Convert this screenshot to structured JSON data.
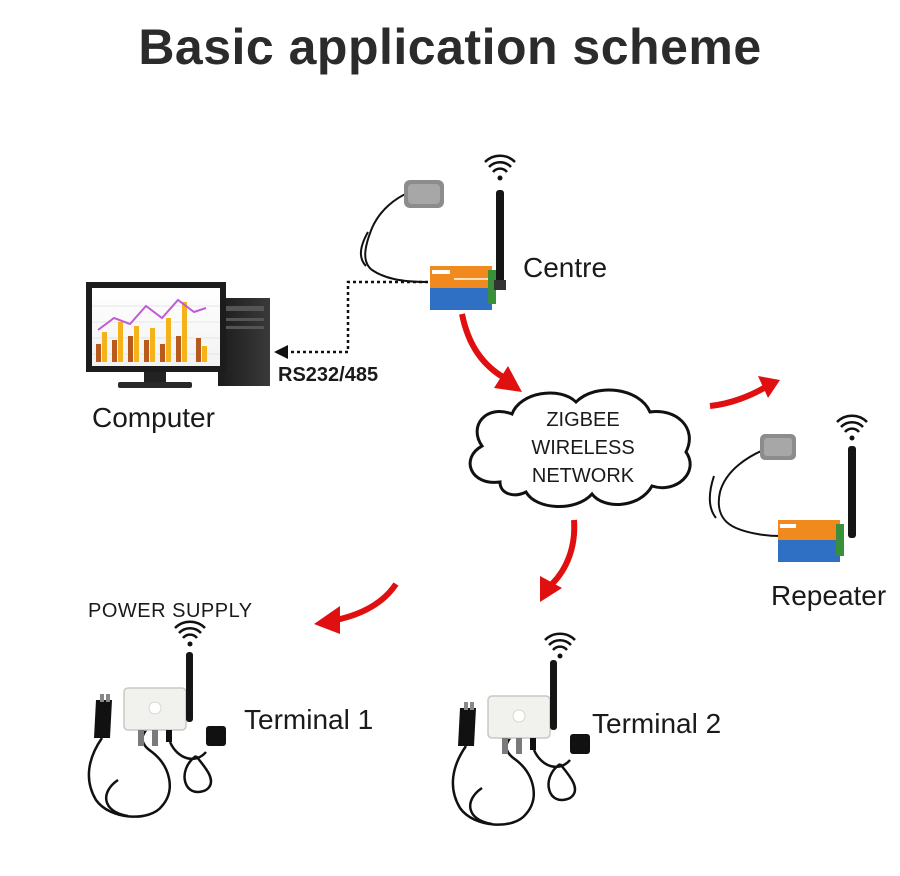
{
  "title": "Basic application scheme",
  "nodes": {
    "computer": "Computer",
    "centre": "Centre",
    "repeater": "Repeater",
    "terminal1": "Terminal 1",
    "terminal2": "Terminal 2",
    "power_supply": "POWER SUPPLY"
  },
  "links": {
    "serial": "RS232/485"
  },
  "cloud": {
    "line1": "ZIGBEE",
    "line2": "WIRELESS",
    "line3": "NETWORK"
  },
  "colors": {
    "arrow": "#e01010",
    "device_orange": "#f08a1e",
    "device_blue": "#2f6fc4",
    "terminal_box": "#f1f1ee",
    "cable": "#111111"
  },
  "icons": [
    "wifi-icon",
    "computer-icon",
    "gateway-device-icon",
    "terminal-box-icon",
    "gps-antenna-icon",
    "power-adapter-icon"
  ]
}
